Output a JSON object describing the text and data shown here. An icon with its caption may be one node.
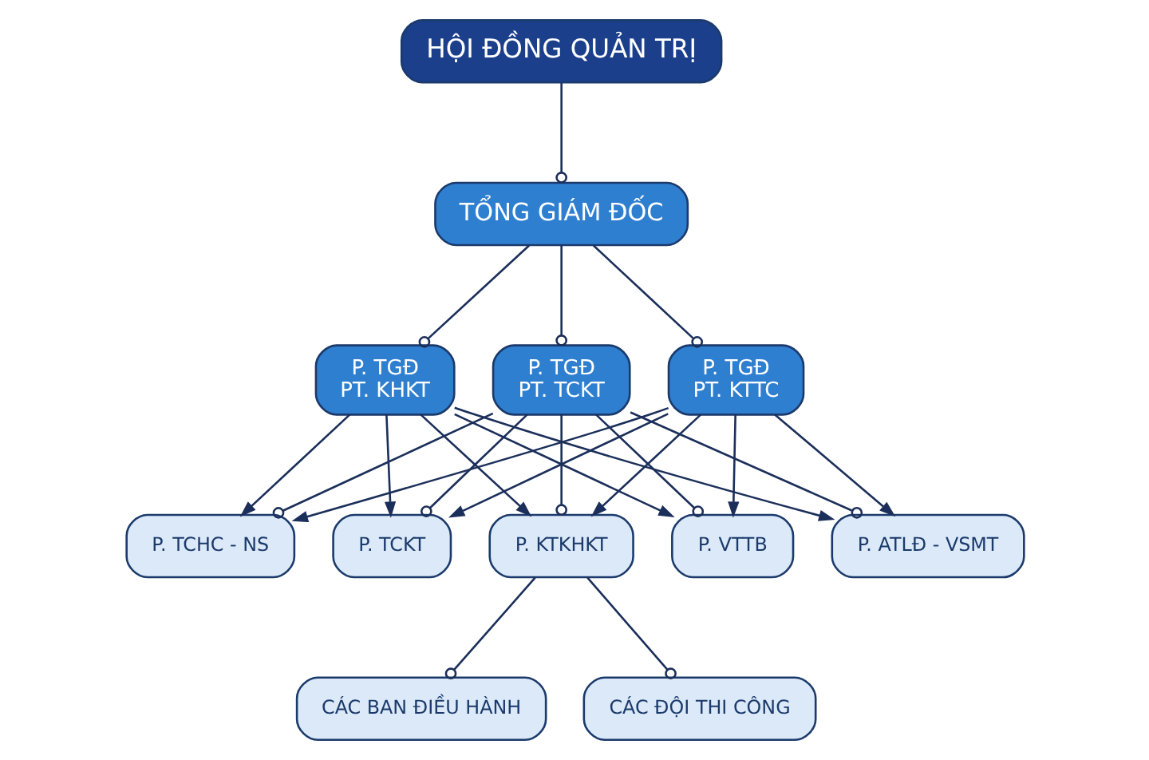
{
  "diagram": {
    "nodes": [
      {
        "text": [
          "HỘI ĐỒNG QUẢN TRỊ"
        ]
      },
      {
        "text": [
          "TỔNG GIÁM ĐỐC"
        ]
      },
      {
        "text": [
          "P. TGĐ",
          "PT. KHKT"
        ]
      },
      {
        "text": [
          "P. TGĐ",
          "PT. TCKT"
        ]
      },
      {
        "text": [
          "P. TGĐ",
          "PT. KTTC"
        ]
      },
      {
        "text": [
          "P. TCHC - NS"
        ]
      },
      {
        "text": [
          "P. TCKT"
        ]
      },
      {
        "text": [
          "P. KTKHKT"
        ]
      },
      {
        "text": [
          "P. VTTB"
        ]
      },
      {
        "text": [
          "P. ATLĐ - VSMT"
        ]
      },
      {
        "text": [
          "CÁC BAN ĐIỀU HÀNH"
        ]
      },
      {
        "text": [
          "CÁC ĐỘI THI CÔNG"
        ]
      }
    ],
    "edges": [
      {
        "from": 0,
        "to": 1,
        "arrow": "other"
      },
      {
        "from": 1,
        "to": 2,
        "arrow": "other"
      },
      {
        "from": 1,
        "to": 3,
        "arrow": "other"
      },
      {
        "from": 1,
        "to": 4,
        "arrow": "other"
      },
      {
        "from": 2,
        "to": 5,
        "arrow": "to"
      },
      {
        "from": 2,
        "to": 6,
        "arrow": "to"
      },
      {
        "from": 2,
        "to": 7,
        "arrow": "to"
      },
      {
        "from": 2,
        "to": 8,
        "arrow": "to"
      },
      {
        "from": 2,
        "to": 9,
        "arrow": "to"
      },
      {
        "from": 3,
        "to": 5,
        "arrow": "other"
      },
      {
        "from": 3,
        "to": 6,
        "arrow": "other"
      },
      {
        "from": 3,
        "to": 7,
        "arrow": "other"
      },
      {
        "from": 3,
        "to": 8,
        "arrow": "other"
      },
      {
        "from": 3,
        "to": 9,
        "arrow": "other"
      },
      {
        "from": 4,
        "to": 5,
        "arrow": "to"
      },
      {
        "from": 4,
        "to": 6,
        "arrow": "to"
      },
      {
        "from": 4,
        "to": 7,
        "arrow": "to"
      },
      {
        "from": 4,
        "to": 8,
        "arrow": "to"
      },
      {
        "from": 4,
        "to": 9,
        "arrow": "to"
      },
      {
        "from": 7,
        "to": 10,
        "arrow": "other"
      },
      {
        "from": 7,
        "to": 11,
        "arrow": "other"
      }
    ]
  }
}
